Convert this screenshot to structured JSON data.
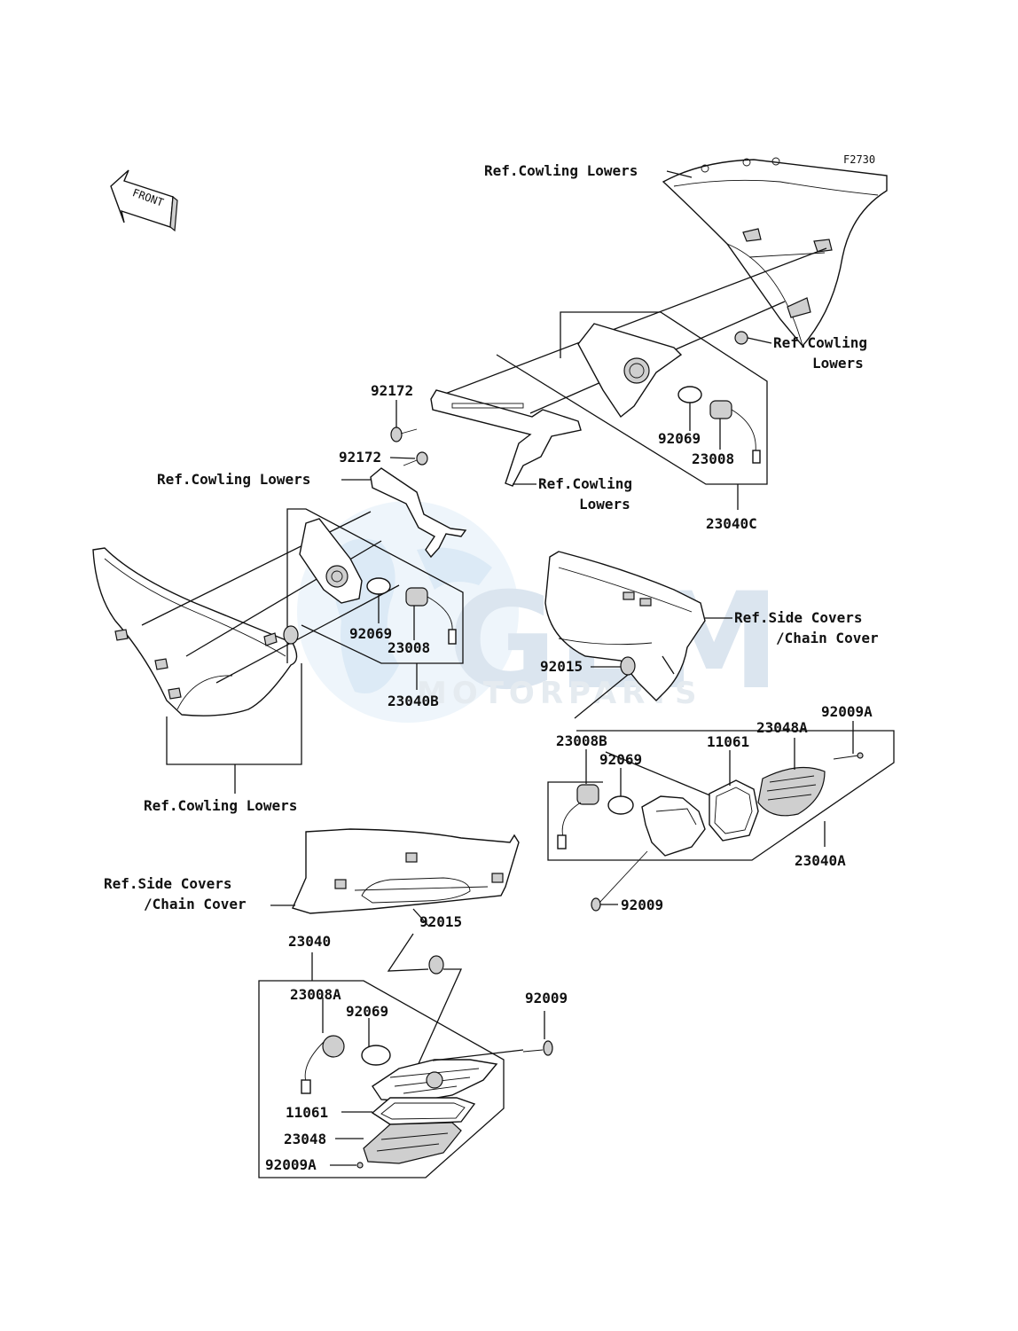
{
  "figure_code": "F2730",
  "watermark": {
    "brand": "GEM",
    "sub": "MOTORPARTS"
  },
  "front_arrow": {
    "text": "FRONT"
  },
  "labels": {
    "ref_cowling_top": "Ref.Cowling Lowers",
    "ref_cowling_right_1": "Ref.Cowling",
    "ref_cowling_right_2": "Lowers",
    "p92172_a": "92172",
    "p92172_b": "92172",
    "ref_cowling_left": "Ref.Cowling Lowers",
    "ref_cowling_mid_1": "Ref.Cowling",
    "ref_cowling_mid_2": "Lowers",
    "p92069_c": "92069",
    "p23008_c": "23008",
    "p23040C": "23040C",
    "p92069_b": "92069",
    "p23008_b": "23008",
    "p23040B": "23040B",
    "ref_cowling_bottom_left": "Ref.Cowling Lowers",
    "ref_side_right_1": "Ref.Side Covers",
    "ref_side_right_2": "/Chain Cover",
    "p92015_a": "92015",
    "p23008B": "23008B",
    "p92069_a": "92069",
    "p11061_a": "11061",
    "p23048A": "23048A",
    "p92009A_a": "92009A",
    "p23040A": "23040A",
    "p92009_a": "92009",
    "ref_side_left_1": "Ref.Side Covers",
    "ref_side_left_2": "/Chain Cover",
    "p23040": "23040",
    "p92015_b": "92015",
    "p23008A": "23008A",
    "p92069_d": "92069",
    "p92009_b": "92009",
    "p11061_b": "11061",
    "p23048": "23048",
    "p92009A_b": "92009A"
  }
}
